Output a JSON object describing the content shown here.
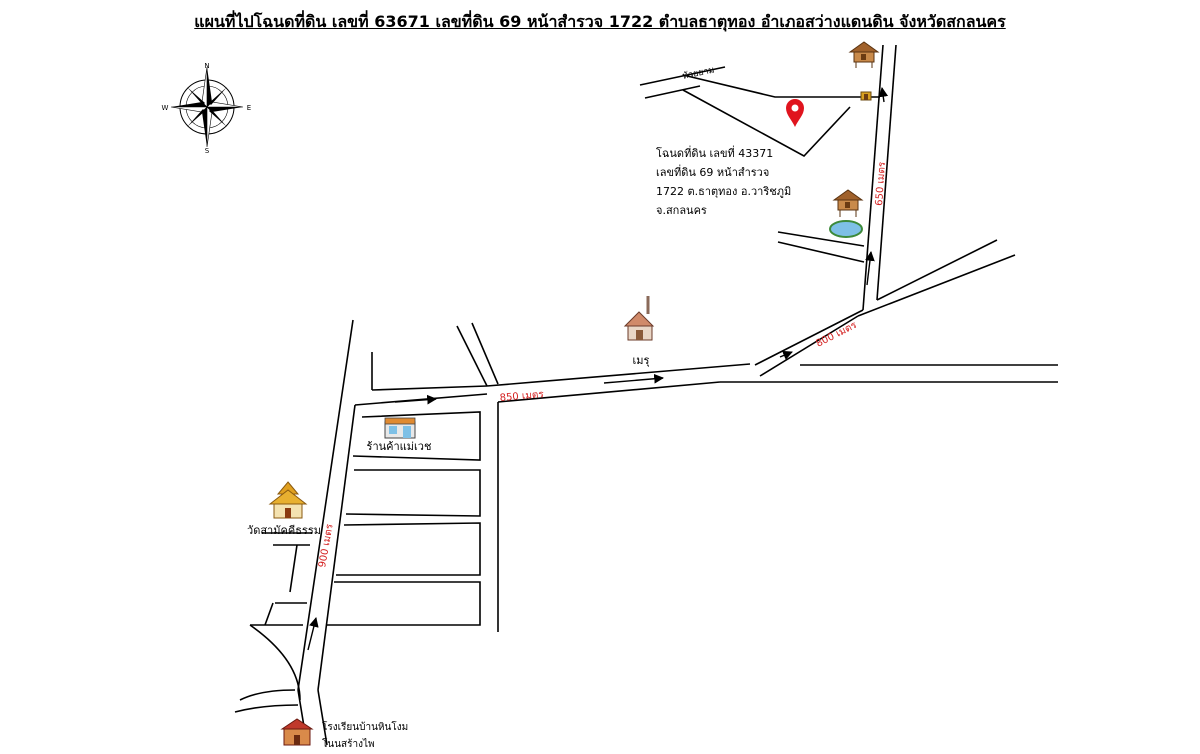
{
  "title": "แผนที่ไปโฉนดที่ดิน เลขที่ 63671 เลขที่ดิน 69 หน้าสำรวจ 1722 ตำบลธาตุทอง อำเภอสว่างแดนดิน จังหวัดสกลนคร",
  "compass": {
    "n": "N",
    "e": "E",
    "s": "S",
    "w": "W"
  },
  "parcel_info": {
    "line1": "โฉนดที่ดิน เลขที่ 43371",
    "line2": "เลขที่ดิน 69 หน้าสำรวจ",
    "line3": "1722 ต.ธาตุทอง อ.วาริชภูมิ",
    "line4": "จ.สกลนคร"
  },
  "road_labels": {
    "upper_left_road": "หัวยยาม",
    "right_road_650": "650 เมตร",
    "diag_road_800": "800 เมตร",
    "main_road_850": "850 เมตร",
    "left_road_900": "900 เมตร"
  },
  "landmarks": {
    "meru": "เมรุ",
    "shop": "ร้านค้าแม่เวช",
    "temple": "วัดสามัคคีธรรม",
    "school_line1": "โรงเรียนบ้านหินโงม",
    "school_line2": "โนนสร้างไพ"
  },
  "colors": {
    "pin": "#e0141e",
    "road_label": "#d42020",
    "line": "#000000"
  },
  "icons": [
    "compass-rose-icon",
    "location-pin-icon",
    "stilt-house-icon",
    "pond-icon",
    "crematorium-icon",
    "shop-icon",
    "temple-icon",
    "school-icon",
    "small-shrine-icon",
    "road-arrow-icon"
  ]
}
